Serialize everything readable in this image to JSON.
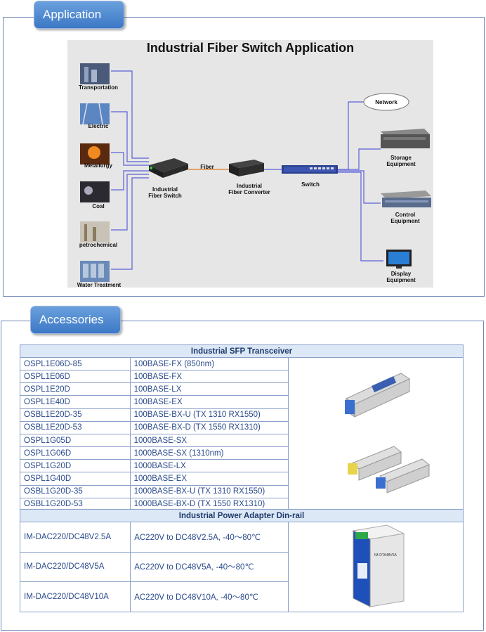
{
  "sections": {
    "application_tab": "Application",
    "accessories_tab": "Accessories"
  },
  "diagram": {
    "title": "Industrial Fiber Switch Application",
    "sources": [
      "Transportation",
      "Electric",
      "Metallurgy",
      "Coal",
      "petrochemical",
      "Water Treatment"
    ],
    "nodes": {
      "fiber_switch": "Industrial\nFiber Switch",
      "fiber_label": "Fiber",
      "converter": "Industrial\nFiber Converter",
      "switch": "Switch",
      "network": "Network",
      "storage": "Storage\nEquipment",
      "control": "Control\nEquipment",
      "display": "Display\nEquipment"
    }
  },
  "sfp": {
    "heading": "Industrial SFP Transceiver",
    "rows": [
      [
        "OSPL1E06D-85",
        "100BASE-FX (850nm)"
      ],
      [
        "OSPL1E06D",
        "100BASE-FX"
      ],
      [
        "OSPL1E20D",
        "100BASE-LX"
      ],
      [
        "OSPL1E40D",
        "100BASE-EX"
      ],
      [
        "OSBL1E20D-35",
        "100BASE-BX-U (TX 1310 RX1550)"
      ],
      [
        "OSBL1E20D-53",
        "100BASE-BX-D (TX 1550 RX1310)"
      ],
      [
        "OSPL1G05D",
        "1000BASE-SX"
      ],
      [
        "OSPL1G06D",
        "1000BASE-SX (1310nm)"
      ],
      [
        "OSPL1G20D",
        "1000BASE-LX"
      ],
      [
        "OSPL1G40D",
        "1000BASE-EX"
      ],
      [
        "OSBL1G20D-35",
        "1000BASE-BX-U (TX 1310 RX1550)"
      ],
      [
        "OSBL1G20D-53",
        "1000BASE-BX-D (TX 1550 RX1310)"
      ]
    ]
  },
  "power": {
    "heading": "Industrial Power Adapter Din-rail",
    "rows": [
      [
        "IM-DAC220/DC48V2.5A",
        "AC220V to DC48V2.5A, -40～80℃"
      ],
      [
        "IM-DAC220/DC48V5A",
        "AC220V to DC48V5A, -40～80℃"
      ],
      [
        "IM-DAC220/DC48V10A",
        "AC220V to DC48V10A, -40～80℃"
      ]
    ],
    "device_label": "IM-DTA48V5A"
  },
  "colors": {
    "accent": "#3c78c5",
    "border": "#6f86b8",
    "header_fill": "#dce8f6",
    "line": "#5b5fd6"
  }
}
